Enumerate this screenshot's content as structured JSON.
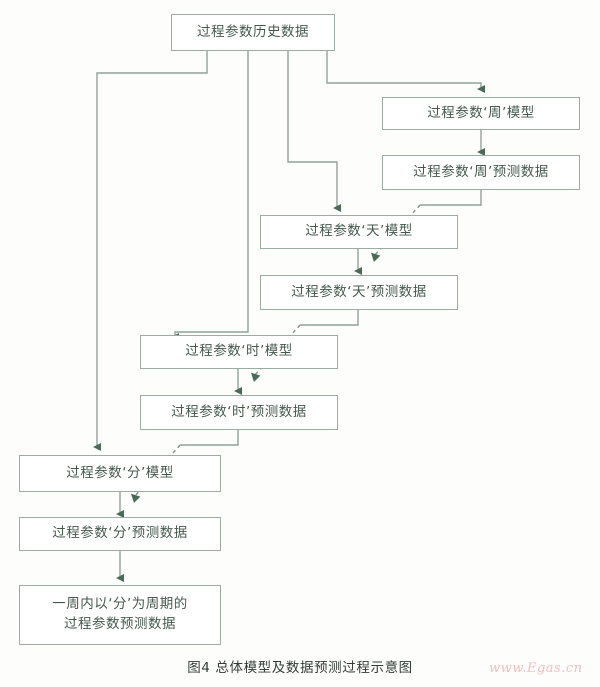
{
  "figure": {
    "caption": "图4  总体模型及数据预测过程示意图",
    "watermark": "www.Egas.cn",
    "line_color": "#8fa398",
    "text_color": "#44594e",
    "box_border_color": "#9aada2",
    "box_fill_color": "#ffffff",
    "arrow_color": "#4a6b58",
    "dashed_color": "#7e9487"
  },
  "nodes": {
    "source": {
      "label": "过程参数历史数据"
    },
    "week_model": {
      "label": "过程参数‘周’模型"
    },
    "week_pred": {
      "label": "过程参数‘周’预测数据"
    },
    "day_model": {
      "label": "过程参数‘天’模型"
    },
    "day_pred": {
      "label": "过程参数‘天’预测数据"
    },
    "hour_model": {
      "label": "过程参数‘时’模型"
    },
    "hour_pred": {
      "label": "过程参数‘时’预测数据"
    },
    "minute_model": {
      "label": "过程参数‘分’模型"
    },
    "minute_pred": {
      "label": "过程参数‘分’预测数据"
    },
    "result": {
      "label": "一周内以‘分’为周期的\n过程参数预测数据"
    }
  },
  "edges": [
    {
      "from": "source",
      "to": "week_model",
      "style": "solid"
    },
    {
      "from": "source",
      "to": "day_model",
      "style": "solid"
    },
    {
      "from": "source",
      "to": "hour_model",
      "style": "solid"
    },
    {
      "from": "source",
      "to": "minute_model",
      "style": "solid"
    },
    {
      "from": "week_model",
      "to": "week_pred",
      "style": "solid"
    },
    {
      "from": "day_model",
      "to": "day_pred",
      "style": "solid"
    },
    {
      "from": "hour_model",
      "to": "hour_pred",
      "style": "solid"
    },
    {
      "from": "minute_model",
      "to": "minute_pred",
      "style": "solid"
    },
    {
      "from": "minute_pred",
      "to": "result",
      "style": "solid"
    },
    {
      "from": "week_pred",
      "to": "day_pred",
      "style": "dashed"
    },
    {
      "from": "day_pred",
      "to": "hour_pred",
      "style": "dashed"
    },
    {
      "from": "hour_pred",
      "to": "minute_pred",
      "style": "dashed"
    }
  ]
}
